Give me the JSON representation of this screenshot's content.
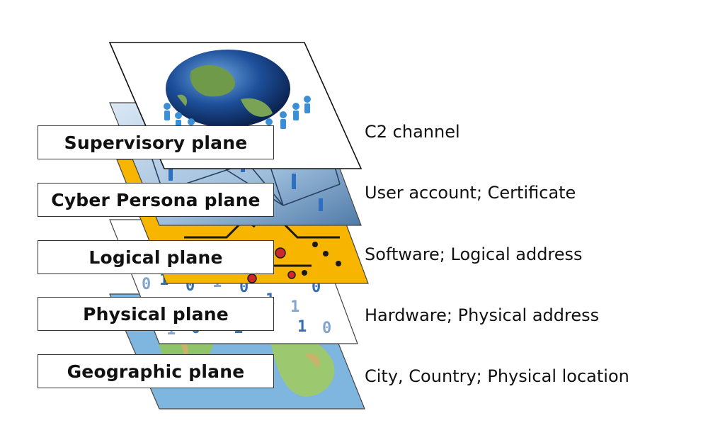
{
  "layers": [
    {
      "label": "Supervisory plane",
      "description": "C2 channel"
    },
    {
      "label": "Cyber Persona plane",
      "description": "User account; Certificate"
    },
    {
      "label": "Logical plane",
      "description": "Software; Logical address"
    },
    {
      "label": "Physical plane",
      "description": "Hardware; Physical address"
    },
    {
      "label": "Geographic plane",
      "description": "City, Country; Physical location"
    }
  ],
  "binary_digits": [
    "0",
    "1",
    "0",
    "1",
    "0",
    "1",
    "0",
    "0",
    "1",
    "1",
    "0",
    "1",
    "0",
    "1",
    "0",
    "1"
  ],
  "colors": {
    "geographic_ocean": "#7fb6e0",
    "geographic_land": "#8fc46a",
    "logical_board": "#f7b500",
    "circuit_trace": "#1a1a1a",
    "persona_grid": "#3a5f8a",
    "binary_blue": "#1f5fa8",
    "globe_ocean": "#1d4f9a",
    "people_blue": "#3b8fd6"
  }
}
